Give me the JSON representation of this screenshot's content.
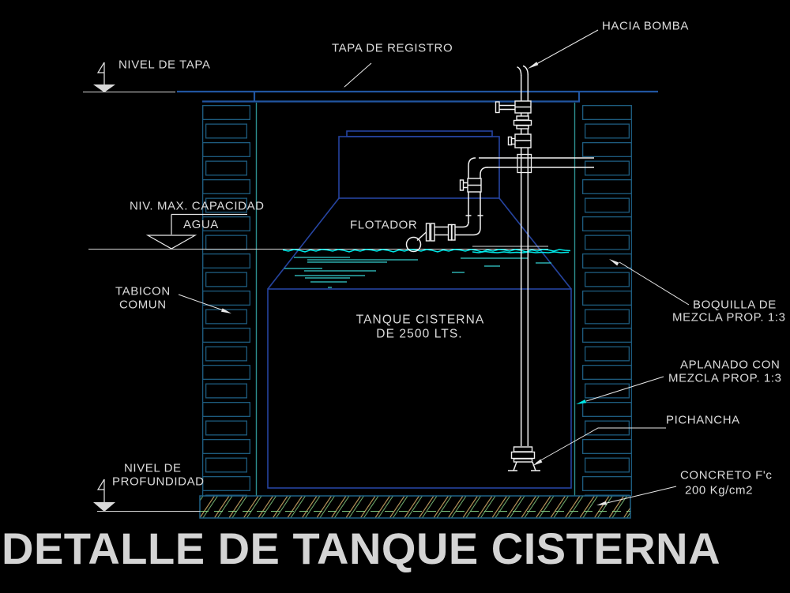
{
  "title": "DETALLE DE TANQUE CISTERNA",
  "labels": {
    "nivel_tapa": "NIVEL DE TAPA",
    "tapa_registro": "TAPA DE REGISTRO",
    "hacia_bomba": "HACIA BOMBA",
    "niv_max_capacidad": "NIV. MAX. CAPACIDAD",
    "agua": "AGUA",
    "flotador": "FLOTADOR",
    "tabicon_line1": "TABICON",
    "tabicon_line2": "COMUN",
    "tanque_line1": "TANQUE CISTERNA",
    "tanque_line2": "DE 2500 LTS.",
    "boquilla_line1": "BOQUILLA DE",
    "boquilla_line2": "MEZCLA PROP. 1:3",
    "aplanado_line1": "APLANADO CON",
    "aplanado_line2": "MEZCLA PROP. 1:3",
    "pichancha": "PICHANCHA",
    "concreto_line1": "CONCRETO F'c",
    "concreto_line2": "200 Kg/cm2",
    "nivel_prof_line1": "NIVEL DE",
    "nivel_prof_line2": "PROFUNDIDAD"
  },
  "colors": {
    "background": "#000000",
    "linework_white": "#f2f2f2",
    "label_text": "#dcdcdc",
    "title_text": "#d4d4d4",
    "tank_blue": "#2644a0",
    "slab_blue": "#2155a0",
    "brick_blue": "#1d5b7e",
    "plaster_teal": "#2d8f8f",
    "water_cyan": "#00e8e8",
    "water_dash_cyan": "#35d0d0",
    "hatch_tan": "#b5945a",
    "hatch_green": "#6fae6f",
    "level_dash_green": "#7fc87f",
    "aplanado_arrow_cyan": "#00e5e5"
  }
}
